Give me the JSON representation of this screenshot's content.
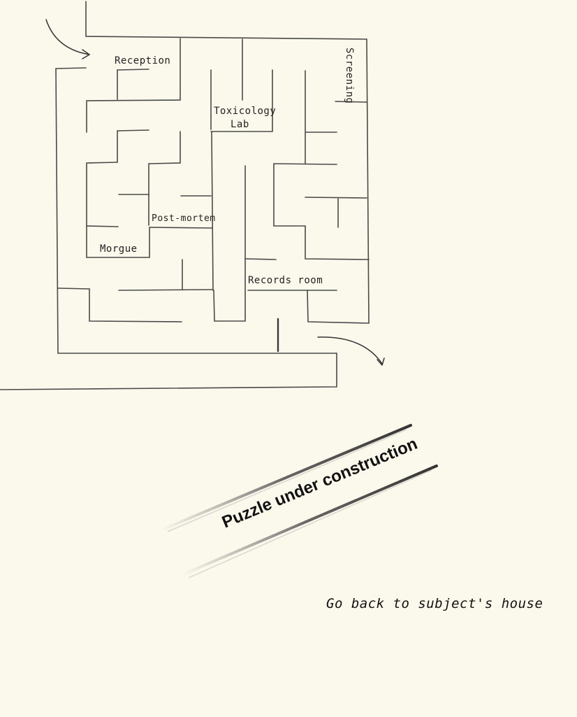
{
  "maze": {
    "rooms": {
      "reception": "Reception",
      "screening": "Screening",
      "toxicology_line1": "Toxicology",
      "toxicology_line2": "Lab",
      "post_mortem": "Post-mortem",
      "morgue": "Morgue",
      "records_room": "Records room"
    }
  },
  "banner": {
    "text": "Puzzle under construction"
  },
  "navigation": {
    "back_label": "Go back to subject's house"
  },
  "colors": {
    "background": "#fbf8ec",
    "ink": "#3a3a3a"
  },
  "icons": {
    "entrance": "arrow-curved-right-icon",
    "exit": "arrow-curved-down-icon"
  }
}
